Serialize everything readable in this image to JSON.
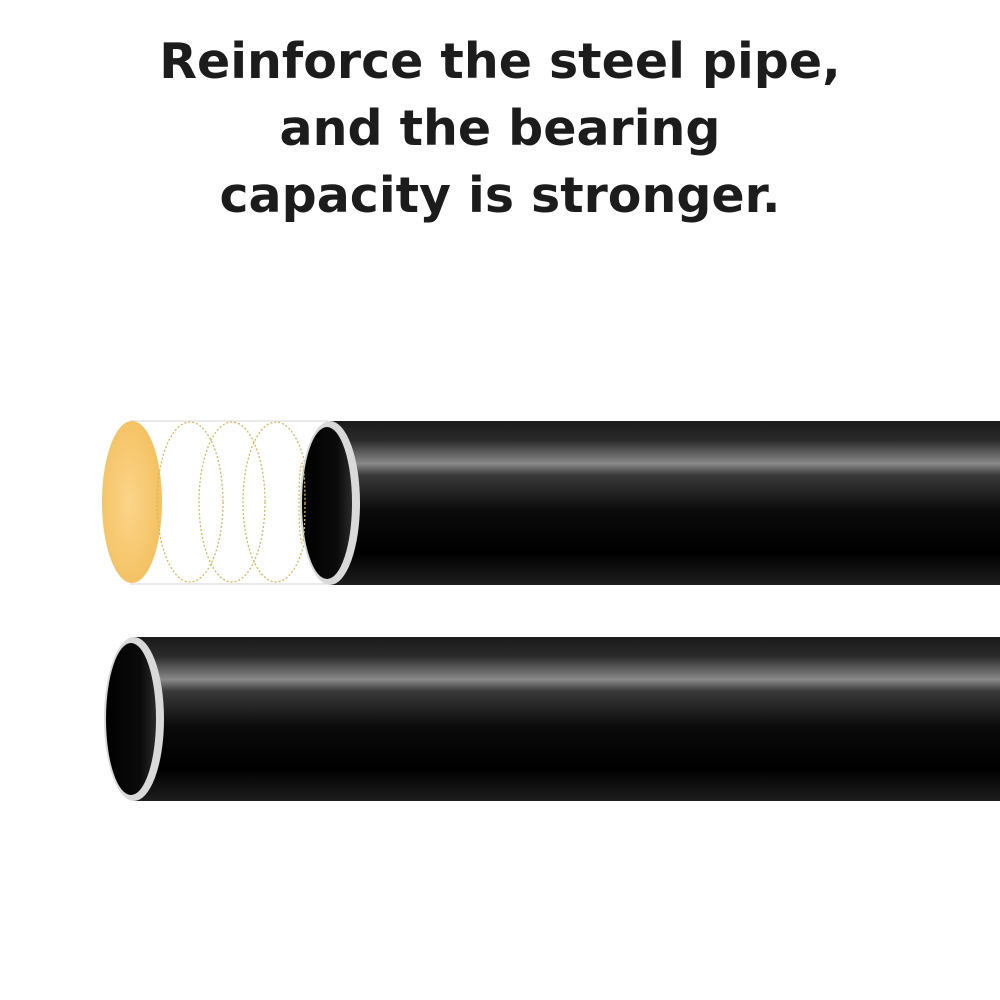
{
  "headline": {
    "line1": "Reinforce the steel pipe,",
    "line2": "and the bearing",
    "line3": "capacity is stronger."
  },
  "colors": {
    "background": "#ffffff",
    "text": "#1c1c1c",
    "pipe_dark": "#050505",
    "pipe_highlight": "#8a8a8a",
    "pipe_rim": "#d9d9d9",
    "reinforcement_fill": "#f6c76b",
    "reinforcement_ring": "#d6b85a"
  }
}
